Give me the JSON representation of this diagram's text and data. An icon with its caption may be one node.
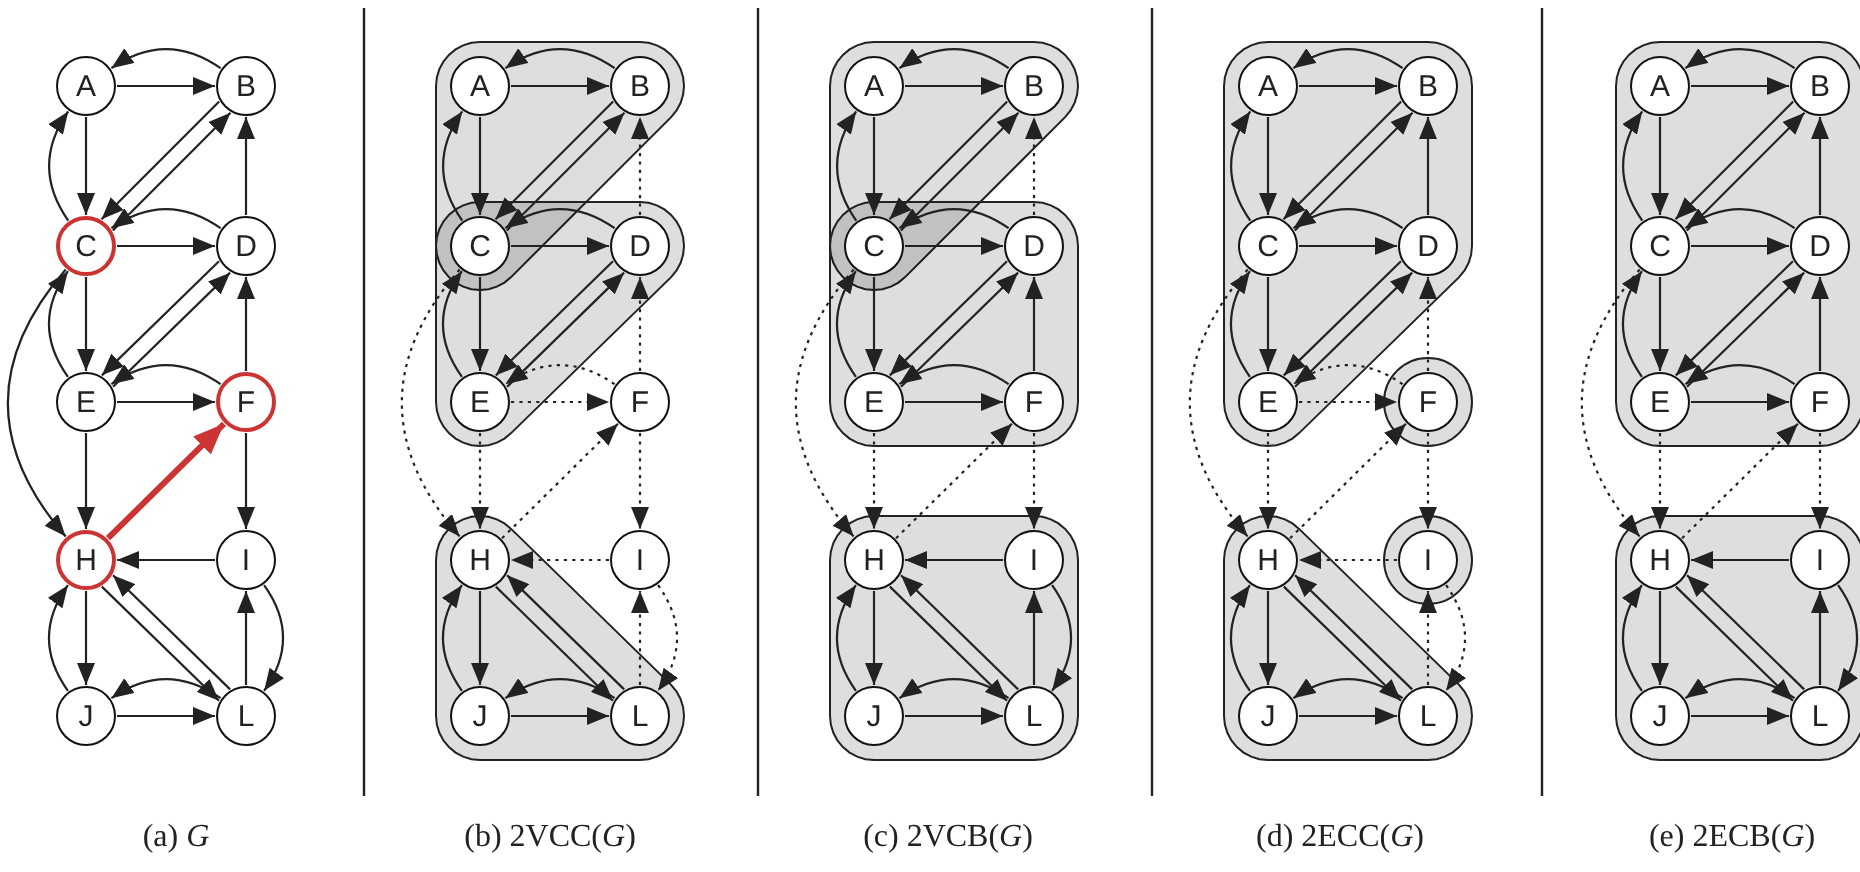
{
  "diagram": {
    "nodes": [
      {
        "text": [
          "A"
        ]
      },
      {
        "text": [
          "B"
        ]
      },
      {
        "text": [
          "C"
        ]
      },
      {
        "text": [
          "D"
        ]
      },
      {
        "text": [
          "E"
        ]
      },
      {
        "text": [
          "F"
        ]
      },
      {
        "text": [
          "H"
        ]
      },
      {
        "text": [
          "I"
        ]
      },
      {
        "text": [
          "J"
        ]
      },
      {
        "text": [
          "L"
        ]
      },
      {
        "text": [],
        "shape": "box"
      },
      {
        "text": [],
        "shape": "box"
      },
      {
        "text": [],
        "shape": "box"
      },
      {
        "text": [
          "A"
        ],
        "in": 10
      },
      {
        "text": [
          "B"
        ],
        "in": 10
      },
      {
        "text": [
          "C"
        ]
      },
      {
        "text": [
          "D"
        ],
        "in": 11
      },
      {
        "text": [
          "E"
        ],
        "in": 11
      },
      {
        "text": [
          "F"
        ]
      },
      {
        "text": [
          "H"
        ],
        "in": 12
      },
      {
        "text": [
          "I"
        ]
      },
      {
        "text": [
          "J"
        ],
        "in": 12
      },
      {
        "text": [
          "L"
        ],
        "in": 12
      },
      {
        "text": [],
        "shape": "box"
      },
      {
        "text": [],
        "shape": "box"
      },
      {
        "text": [],
        "shape": "box"
      },
      {
        "text": [
          "A"
        ],
        "in": 23
      },
      {
        "text": [
          "B"
        ],
        "in": 23
      },
      {
        "text": [
          "C"
        ]
      },
      {
        "text": [
          "D"
        ],
        "in": 24
      },
      {
        "text": [
          "E"
        ],
        "in": 24
      },
      {
        "text": [
          "F"
        ],
        "in": 24
      },
      {
        "text": [
          "H"
        ],
        "in": 25
      },
      {
        "text": [
          "I"
        ],
        "in": 25
      },
      {
        "text": [
          "J"
        ],
        "in": 25
      },
      {
        "text": [
          "L"
        ],
        "in": 25
      },
      {
        "text": [],
        "shape": "box"
      },
      {
        "text": [],
        "shape": "circle"
      },
      {
        "text": [],
        "shape": "circle"
      },
      {
        "text": [],
        "shape": "box"
      },
      {
        "text": [
          "A"
        ],
        "in": 36
      },
      {
        "text": [
          "B"
        ],
        "in": 36
      },
      {
        "text": [
          "C"
        ],
        "in": 36
      },
      {
        "text": [
          "D"
        ],
        "in": 36
      },
      {
        "text": [
          "E"
        ],
        "in": 36
      },
      {
        "text": [
          "F"
        ],
        "in": 37
      },
      {
        "text": [
          "H"
        ],
        "in": 39
      },
      {
        "text": [
          "I"
        ],
        "in": 38
      },
      {
        "text": [
          "J"
        ],
        "in": 39
      },
      {
        "text": [
          "L"
        ],
        "in": 39
      },
      {
        "text": [],
        "shape": "box"
      },
      {
        "text": [],
        "shape": "box"
      },
      {
        "text": [
          "A"
        ],
        "in": 50
      },
      {
        "text": [
          "B"
        ],
        "in": 50
      },
      {
        "text": [
          "C"
        ],
        "in": 50
      },
      {
        "text": [
          "D"
        ],
        "in": 50
      },
      {
        "text": [
          "E"
        ],
        "in": 50
      },
      {
        "text": [
          "F"
        ],
        "in": 50
      },
      {
        "text": [
          "H"
        ],
        "in": 51
      },
      {
        "text": [
          "I"
        ],
        "in": 51
      },
      {
        "text": [
          "J"
        ],
        "in": 51
      },
      {
        "text": [
          "L"
        ],
        "in": 51
      }
    ],
    "edges": [
      {
        "from": 0,
        "to": 1,
        "arrow": "to"
      },
      {
        "from": 1,
        "to": 0,
        "arrow": "to"
      },
      {
        "from": 0,
        "to": 2,
        "arrow": "to"
      },
      {
        "from": 2,
        "to": 0,
        "arrow": "to"
      },
      {
        "from": 1,
        "to": 2,
        "arrow": "to"
      },
      {
        "from": 2,
        "to": 1,
        "arrow": "to"
      },
      {
        "from": 2,
        "to": 3,
        "arrow": "to"
      },
      {
        "from": 3,
        "to": 2,
        "arrow": "to"
      },
      {
        "from": 3,
        "to": 1,
        "arrow": "to"
      },
      {
        "from": 2,
        "to": 4,
        "arrow": "to"
      },
      {
        "from": 4,
        "to": 2,
        "arrow": "to"
      },
      {
        "from": 3,
        "to": 4,
        "arrow": "to"
      },
      {
        "from": 4,
        "to": 3,
        "arrow": "to"
      },
      {
        "from": 4,
        "to": 5,
        "arrow": "to"
      },
      {
        "from": 5,
        "to": 4,
        "arrow": "to"
      },
      {
        "from": 5,
        "to": 3,
        "arrow": "to"
      },
      {
        "from": 2,
        "to": 6,
        "arrow": "to"
      },
      {
        "from": 4,
        "to": 6,
        "arrow": "to"
      },
      {
        "from": 6,
        "to": 5,
        "arrow": "to",
        "style": "thick",
        "color": "#cc3333"
      },
      {
        "from": 5,
        "to": 7,
        "arrow": "to"
      },
      {
        "from": 7,
        "to": 6,
        "arrow": "to"
      },
      {
        "from": 6,
        "to": 8,
        "arrow": "to"
      },
      {
        "from": 8,
        "to": 6,
        "arrow": "to"
      },
      {
        "from": 6,
        "to": 9,
        "arrow": "to"
      },
      {
        "from": 9,
        "to": 6,
        "arrow": "to"
      },
      {
        "from": 8,
        "to": 9,
        "arrow": "to"
      },
      {
        "from": 9,
        "to": 8,
        "arrow": "to"
      },
      {
        "from": 9,
        "to": 7,
        "arrow": "to"
      },
      {
        "from": 7,
        "to": 9,
        "arrow": "to"
      },
      {
        "from": 13,
        "to": 14,
        "arrow": "to"
      },
      {
        "from": 14,
        "to": 13,
        "arrow": "to"
      },
      {
        "from": 13,
        "to": 15,
        "arrow": "to"
      },
      {
        "from": 15,
        "to": 13,
        "arrow": "to"
      },
      {
        "from": 14,
        "to": 15,
        "arrow": "to"
      },
      {
        "from": 15,
        "to": 14,
        "arrow": "to"
      },
      {
        "from": 15,
        "to": 16,
        "arrow": "to"
      },
      {
        "from": 16,
        "to": 15,
        "arrow": "to"
      },
      {
        "from": 16,
        "to": 14,
        "arrow": "to",
        "style": "dashed"
      },
      {
        "from": 15,
        "to": 17,
        "arrow": "to"
      },
      {
        "from": 17,
        "to": 15,
        "arrow": "to"
      },
      {
        "from": 16,
        "to": 17,
        "arrow": "to"
      },
      {
        "from": 17,
        "to": 16,
        "arrow": "to"
      },
      {
        "from": 17,
        "to": 18,
        "arrow": "to",
        "style": "dashed"
      },
      {
        "from": 18,
        "to": 17,
        "arrow": "to",
        "style": "dashed"
      },
      {
        "from": 18,
        "to": 16,
        "arrow": "to",
        "style": "dashed"
      },
      {
        "from": 15,
        "to": 19,
        "arrow": "to",
        "style": "dashed"
      },
      {
        "from": 17,
        "to": 19,
        "arrow": "to",
        "style": "dashed"
      },
      {
        "from": 19,
        "to": 18,
        "arrow": "to",
        "style": "dashed"
      },
      {
        "from": 18,
        "to": 20,
        "arrow": "to",
        "style": "dashed"
      },
      {
        "from": 20,
        "to": 19,
        "arrow": "to",
        "style": "dashed"
      },
      {
        "from": 19,
        "to": 21,
        "arrow": "to"
      },
      {
        "from": 21,
        "to": 19,
        "arrow": "to"
      },
      {
        "from": 19,
        "to": 22,
        "arrow": "to"
      },
      {
        "from": 22,
        "to": 19,
        "arrow": "to"
      },
      {
        "from": 21,
        "to": 22,
        "arrow": "to"
      },
      {
        "from": 22,
        "to": 21,
        "arrow": "to"
      },
      {
        "from": 22,
        "to": 20,
        "arrow": "to",
        "style": "dashed"
      },
      {
        "from": 20,
        "to": 22,
        "arrow": "to",
        "style": "dashed"
      },
      {
        "from": 26,
        "to": 27,
        "arrow": "to"
      },
      {
        "from": 27,
        "to": 26,
        "arrow": "to"
      },
      {
        "from": 26,
        "to": 28,
        "arrow": "to"
      },
      {
        "from": 28,
        "to": 26,
        "arrow": "to"
      },
      {
        "from": 27,
        "to": 28,
        "arrow": "to"
      },
      {
        "from": 28,
        "to": 27,
        "arrow": "to"
      },
      {
        "from": 28,
        "to": 29,
        "arrow": "to"
      },
      {
        "from": 29,
        "to": 28,
        "arrow": "to"
      },
      {
        "from": 29,
        "to": 27,
        "arrow": "to",
        "style": "dashed"
      },
      {
        "from": 28,
        "to": 30,
        "arrow": "to"
      },
      {
        "from": 30,
        "to": 28,
        "arrow": "to"
      },
      {
        "from": 29,
        "to": 30,
        "arrow": "to"
      },
      {
        "from": 30,
        "to": 29,
        "arrow": "to"
      },
      {
        "from": 30,
        "to": 31,
        "arrow": "to"
      },
      {
        "from": 31,
        "to": 30,
        "arrow": "to"
      },
      {
        "from": 31,
        "to": 29,
        "arrow": "to"
      },
      {
        "from": 28,
        "to": 32,
        "arrow": "to",
        "style": "dashed"
      },
      {
        "from": 30,
        "to": 32,
        "arrow": "to",
        "style": "dashed"
      },
      {
        "from": 32,
        "to": 31,
        "arrow": "to",
        "style": "dashed"
      },
      {
        "from": 31,
        "to": 33,
        "arrow": "to",
        "style": "dashed"
      },
      {
        "from": 33,
        "to": 32,
        "arrow": "to"
      },
      {
        "from": 32,
        "to": 34,
        "arrow": "to"
      },
      {
        "from": 34,
        "to": 32,
        "arrow": "to"
      },
      {
        "from": 32,
        "to": 35,
        "arrow": "to"
      },
      {
        "from": 35,
        "to": 32,
        "arrow": "to"
      },
      {
        "from": 34,
        "to": 35,
        "arrow": "to"
      },
      {
        "from": 35,
        "to": 34,
        "arrow": "to"
      },
      {
        "from": 35,
        "to": 33,
        "arrow": "to"
      },
      {
        "from": 33,
        "to": 35,
        "arrow": "to"
      },
      {
        "from": 40,
        "to": 41,
        "arrow": "to"
      },
      {
        "from": 41,
        "to": 40,
        "arrow": "to"
      },
      {
        "from": 40,
        "to": 42,
        "arrow": "to"
      },
      {
        "from": 42,
        "to": 40,
        "arrow": "to"
      },
      {
        "from": 41,
        "to": 42,
        "arrow": "to"
      },
      {
        "from": 42,
        "to": 41,
        "arrow": "to"
      },
      {
        "from": 42,
        "to": 43,
        "arrow": "to"
      },
      {
        "from": 43,
        "to": 42,
        "arrow": "to"
      },
      {
        "from": 43,
        "to": 41,
        "arrow": "to"
      },
      {
        "from": 42,
        "to": 44,
        "arrow": "to"
      },
      {
        "from": 44,
        "to": 42,
        "arrow": "to"
      },
      {
        "from": 43,
        "to": 44,
        "arrow": "to"
      },
      {
        "from": 44,
        "to": 43,
        "arrow": "to"
      },
      {
        "from": 44,
        "to": 45,
        "arrow": "to",
        "style": "dashed"
      },
      {
        "from": 45,
        "to": 44,
        "arrow": "to",
        "style": "dashed"
      },
      {
        "from": 45,
        "to": 43,
        "arrow": "to",
        "style": "dashed"
      },
      {
        "from": 42,
        "to": 46,
        "arrow": "to",
        "style": "dashed"
      },
      {
        "from": 44,
        "to": 46,
        "arrow": "to",
        "style": "dashed"
      },
      {
        "from": 46,
        "to": 45,
        "arrow": "to",
        "style": "dashed"
      },
      {
        "from": 45,
        "to": 47,
        "arrow": "to",
        "style": "dashed"
      },
      {
        "from": 47,
        "to": 46,
        "arrow": "to",
        "style": "dashed"
      },
      {
        "from": 46,
        "to": 48,
        "arrow": "to"
      },
      {
        "from": 48,
        "to": 46,
        "arrow": "to"
      },
      {
        "from": 46,
        "to": 49,
        "arrow": "to"
      },
      {
        "from": 49,
        "to": 46,
        "arrow": "to"
      },
      {
        "from": 48,
        "to": 49,
        "arrow": "to"
      },
      {
        "from": 49,
        "to": 48,
        "arrow": "to"
      },
      {
        "from": 49,
        "to": 47,
        "arrow": "to",
        "style": "dashed"
      },
      {
        "from": 47,
        "to": 49,
        "arrow": "to",
        "style": "dashed"
      },
      {
        "from": 52,
        "to": 53,
        "arrow": "to"
      },
      {
        "from": 53,
        "to": 52,
        "arrow": "to"
      },
      {
        "from": 52,
        "to": 54,
        "arrow": "to"
      },
      {
        "from": 54,
        "to": 52,
        "arrow": "to"
      },
      {
        "from": 53,
        "to": 54,
        "arrow": "to"
      },
      {
        "from": 54,
        "to": 53,
        "arrow": "to"
      },
      {
        "from": 54,
        "to": 55,
        "arrow": "to"
      },
      {
        "from": 55,
        "to": 54,
        "arrow": "to"
      },
      {
        "from": 55,
        "to": 53,
        "arrow": "to"
      },
      {
        "from": 54,
        "to": 56,
        "arrow": "to"
      },
      {
        "from": 56,
        "to": 54,
        "arrow": "to"
      },
      {
        "from": 55,
        "to": 56,
        "arrow": "to"
      },
      {
        "from": 56,
        "to": 55,
        "arrow": "to"
      },
      {
        "from": 56,
        "to": 57,
        "arrow": "to"
      },
      {
        "from": 57,
        "to": 56,
        "arrow": "to"
      },
      {
        "from": 57,
        "to": 55,
        "arrow": "to"
      },
      {
        "from": 54,
        "to": 58,
        "arrow": "to",
        "style": "dashed"
      },
      {
        "from": 56,
        "to": 58,
        "arrow": "to",
        "style": "dashed"
      },
      {
        "from": 58,
        "to": 57,
        "arrow": "to",
        "style": "dashed"
      },
      {
        "from": 57,
        "to": 59,
        "arrow": "to",
        "style": "dashed"
      },
      {
        "from": 59,
        "to": 58,
        "arrow": "to"
      },
      {
        "from": 58,
        "to": 60,
        "arrow": "to"
      },
      {
        "from": 60,
        "to": 58,
        "arrow": "to"
      },
      {
        "from": 58,
        "to": 61,
        "arrow": "to"
      },
      {
        "from": 61,
        "to": 58,
        "arrow": "to"
      },
      {
        "from": 60,
        "to": 61,
        "arrow": "to"
      },
      {
        "from": 61,
        "to": 60,
        "arrow": "to"
      },
      {
        "from": 61,
        "to": 59,
        "arrow": "to"
      },
      {
        "from": 59,
        "to": 61,
        "arrow": "to"
      }
    ],
    "labels": [
      "(a) *G*",
      "(b) 2VCC(*G*)",
      "(c) 2VCB(*G*)",
      "(d) 2ECC(*G*)",
      "(e) 2ECB(*G*)"
    ]
  }
}
